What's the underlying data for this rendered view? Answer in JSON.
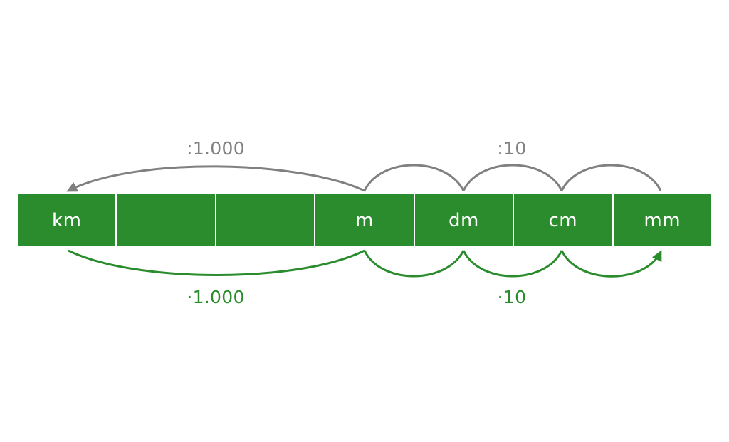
{
  "units": [
    "km",
    "",
    "",
    "m",
    "dm",
    "cm",
    "mm"
  ],
  "labels": {
    "divide_thousand": ":1.000",
    "divide_ten": ":10",
    "multiply_thousand": "·1.000",
    "multiply_ten": "·10"
  },
  "colors": {
    "bar": "#2a8c2c",
    "divide_arrow": "#808080",
    "multiply_arrow": "#2a8c2c"
  }
}
